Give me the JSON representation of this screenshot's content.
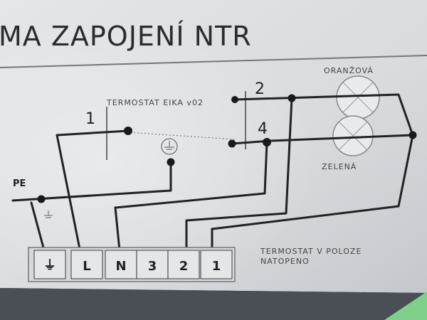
{
  "sheet": {
    "title": "MA ZAPOJENÍ NTR",
    "device_label": "TERMOSTAT EIKA v02",
    "contact_1": "1",
    "contact_2": "2",
    "contact_4": "4",
    "lamp_top_label": "ORANŽOVÁ",
    "lamp_bottom_label": "ZELENÁ",
    "pe_label": "PE",
    "terminals": [
      "⏚",
      "L",
      "N",
      "3",
      "2",
      "1"
    ],
    "note_line1": "TERMOSTAT V POLOZE",
    "note_line2": "NATOPENO"
  },
  "colors": {
    "sheet": "#dfe2e4",
    "ink": "#222222",
    "background": "#4a4e55"
  }
}
